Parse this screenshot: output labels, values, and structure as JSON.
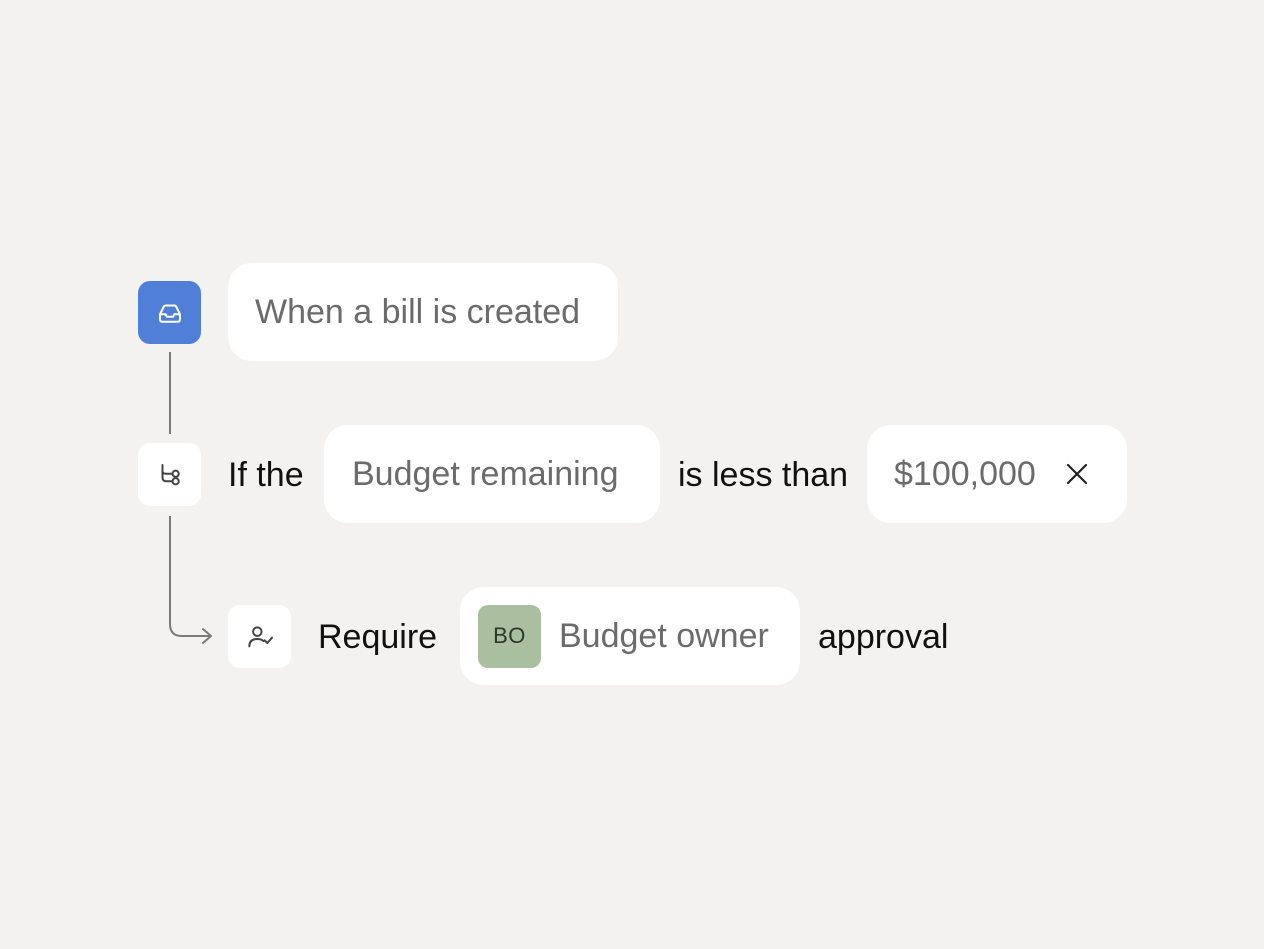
{
  "trigger": {
    "icon": "inbox-icon",
    "icon_color": "#4f7fd6",
    "label": "When a bill is created"
  },
  "condition": {
    "icon": "branch-icon",
    "prefix": "If the",
    "field": "Budget remaining",
    "operator": "is less than",
    "value": "$100,000",
    "remove_icon": "close-icon"
  },
  "action": {
    "icon": "user-check-icon",
    "verb": "Require",
    "approver_initials": "BO",
    "approver_name": "Budget owner",
    "approver_color": "#a9bfa0",
    "suffix": "approval"
  }
}
